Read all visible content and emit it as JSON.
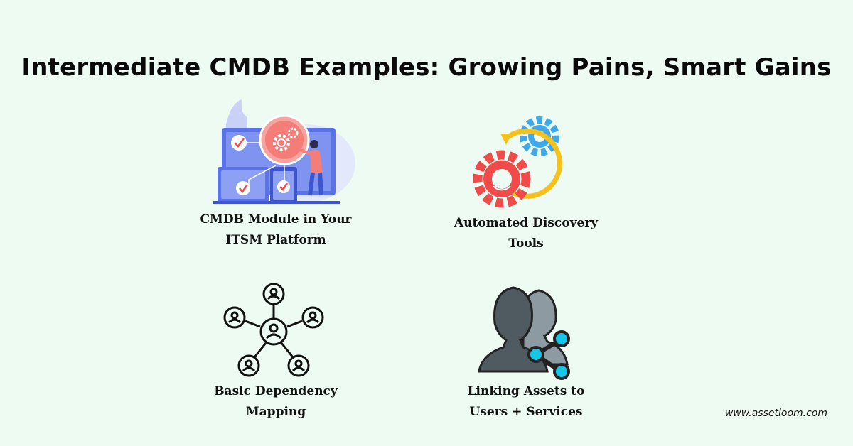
{
  "title": "Intermediate CMDB Examples: Growing Pains, Smart Gains",
  "cards": [
    {
      "line1": "CMDB Module in Your",
      "line2": "ITSM Platform",
      "icon": "cmdb-module-illustration"
    },
    {
      "line1": "Automated Discovery",
      "line2": "Tools",
      "icon": "gears-cycle-icon"
    },
    {
      "line1": "Basic Dependency",
      "line2": "Mapping",
      "icon": "network-people-icon"
    },
    {
      "line1": "Linking Assets to",
      "line2": "Users + Services",
      "icon": "users-share-icon"
    }
  ],
  "footer": {
    "url": "www.assetloom.com"
  },
  "colors": {
    "background": "#eefbf3",
    "monitor_blue": "#5b73e8",
    "gear_red": "#f04a4a",
    "gear_blue": "#3ea8ea",
    "arrow_yellow": "#f5c21b",
    "share_cyan": "#16c6e6",
    "user_gray": "#4f5a61"
  }
}
